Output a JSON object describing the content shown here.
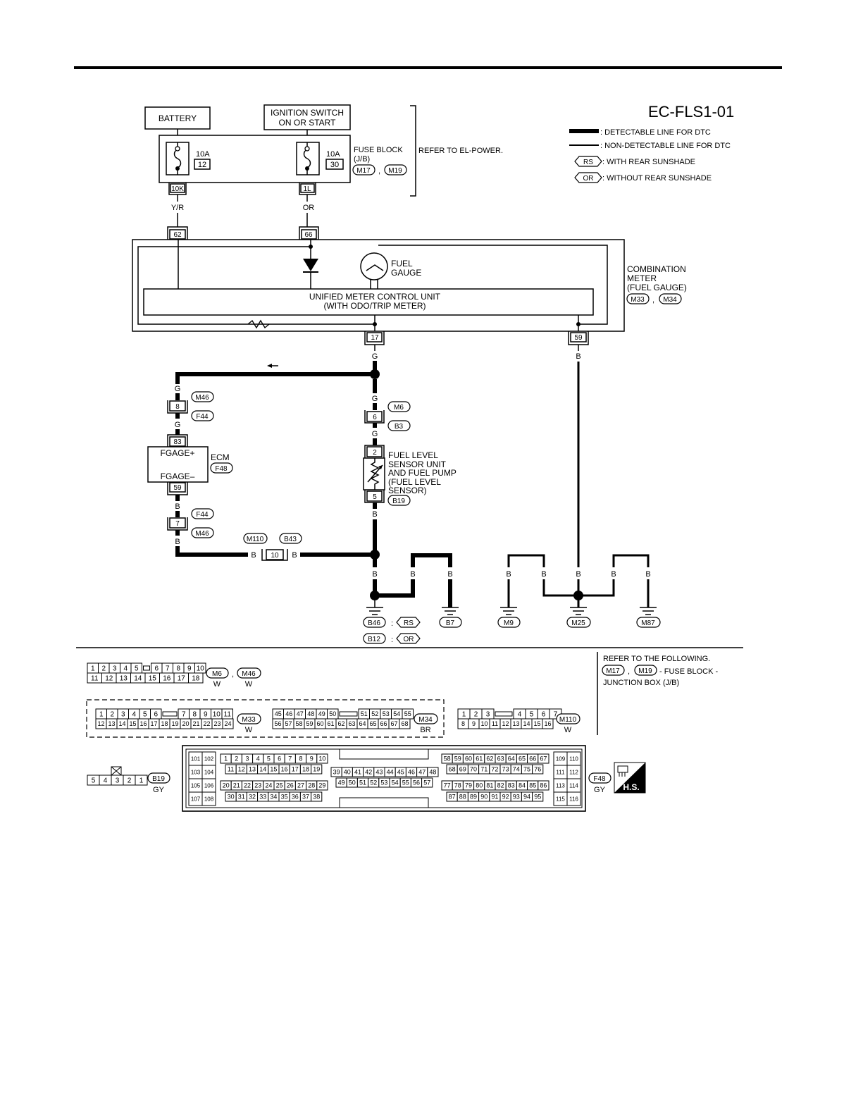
{
  "diagram_id": "EC-FLS1-01",
  "legend": {
    "detectable": ": DETECTABLE LINE FOR DTC",
    "non_detectable": ": NON-DETECTABLE LINE FOR DTC",
    "rs_code": "RS",
    "rs_text": ": WITH REAR SUNSHADE",
    "or_code": "OR",
    "or_text": ": WITHOUT REAR SUNSHADE"
  },
  "power": {
    "battery": "BATTERY",
    "ignition_l1": "IGNITION SWITCH",
    "ignition_l2": "ON OR START",
    "fuse1_amp": "10A",
    "fuse1_no": "12",
    "fuse2_amp": "10A",
    "fuse2_no": "30",
    "fuse_block_l1": "FUSE BLOCK",
    "fuse_block_l2": "(J/B)",
    "fb_conn1": "M17",
    "fb_conn2": "M19",
    "comma": ",",
    "refer": "REFER TO EL-POWER.",
    "term1": "10K",
    "term2": "1L",
    "wire1": "Y/R",
    "wire2": "OR"
  },
  "meter": {
    "pin_a": "62",
    "pin_b": "66",
    "pin_c": "17",
    "pin_d": "59",
    "gauge_l1": "FUEL",
    "gauge_l2": "GAUGE",
    "unit_l1": "UNIFIED METER CONTROL UNIT",
    "unit_l2": "(WITH ODO/TRIP METER)",
    "label_l1": "COMBINATION",
    "label_l2": "METER",
    "label_l3": "(FUEL GAUGE)",
    "conn1": "M33",
    "conn2": "M34"
  },
  "wires": {
    "g": "G",
    "b": "B"
  },
  "harness": {
    "jc1_top": "M46",
    "jc1_pin": "8",
    "jc1_bot": "F44",
    "jc2_top": "M6",
    "jc2_pin": "6",
    "jc2_bot": "B3",
    "jc3_top": "F44",
    "jc3_pin": "7",
    "jc3_bot": "M46",
    "jc4_left": "M110",
    "jc4_pin": "10",
    "jc4_right": "B43"
  },
  "ecm": {
    "pin_top": "83",
    "pin_bot": "59",
    "fgage_plus": "FGAGE+",
    "fgage_minus": "FGAGE–",
    "label": "ECM",
    "conn": "F48"
  },
  "sensor": {
    "pin_top": "2",
    "pin_bot": "5",
    "l1": "FUEL LEVEL",
    "l2": "SENSOR UNIT",
    "l3": "AND FUEL PUMP",
    "l4": "(FUEL LEVEL",
    "l5": "SENSOR)",
    "conn": "B19"
  },
  "grounds": {
    "g1": "B46",
    "g1_sep": ":",
    "g1_code": "RS",
    "g2": "B12",
    "g2_sep": ":",
    "g2_code": "OR",
    "g3": "B7",
    "g4": "M9",
    "g5": "M25",
    "g6": "M87"
  },
  "connectors": {
    "m6_top": [
      "1",
      "2",
      "3",
      "4",
      "5",
      "",
      "6",
      "7",
      "8",
      "9",
      "10"
    ],
    "m6_bot": [
      "11",
      "12",
      "13",
      "14",
      "15",
      "16",
      "17",
      "18"
    ],
    "m6_name": "M6",
    "m46_name": "M46",
    "m6_color": "W",
    "m46_color": "W",
    "m33_top": [
      "1",
      "2",
      "3",
      "4",
      "5",
      "6",
      "",
      "7",
      "8",
      "9",
      "10",
      "11"
    ],
    "m33_bot": [
      "12",
      "13",
      "14",
      "15",
      "16",
      "17",
      "18",
      "19",
      "20",
      "21",
      "22",
      "23",
      "24"
    ],
    "m33_name": "M33",
    "m33_color": "W",
    "m34_top": [
      "45",
      "46",
      "47",
      "48",
      "49",
      "50",
      "",
      "51",
      "52",
      "53",
      "54",
      "55"
    ],
    "m34_bot": [
      "56",
      "57",
      "58",
      "59",
      "60",
      "61",
      "62",
      "63",
      "64",
      "65",
      "66",
      "67",
      "68"
    ],
    "m34_name": "M34",
    "m34_color": "BR",
    "m110_top": [
      "1",
      "2",
      "3",
      "",
      "4",
      "5",
      "6",
      "7"
    ],
    "m110_bot": [
      "8",
      "9",
      "10",
      "11",
      "12",
      "13",
      "14",
      "15",
      "16"
    ],
    "m110_name": "M110",
    "m110_color": "W",
    "b19_pins": [
      "5",
      "4",
      "3",
      "2",
      "1"
    ],
    "b19_name": "B19",
    "b19_color": "GY",
    "f48_name": "F48",
    "f48_color": "GY",
    "f48_left": [
      [
        "101",
        "102"
      ],
      [
        "103",
        "104"
      ],
      [
        "105",
        "106"
      ],
      [
        "107",
        "108"
      ]
    ],
    "f48_right": [
      [
        "109",
        "110"
      ],
      [
        "111",
        "112"
      ],
      [
        "113",
        "114"
      ],
      [
        "115",
        "116"
      ]
    ],
    "f48_r1": [
      "1",
      "2",
      "3",
      "4",
      "5",
      "6",
      "7",
      "8",
      "9",
      "10"
    ],
    "f48_r2": [
      "11",
      "12",
      "13",
      "14",
      "15",
      "16",
      "17",
      "18",
      "19"
    ],
    "f48_r3": [
      "20",
      "21",
      "22",
      "23",
      "24",
      "25",
      "26",
      "27",
      "28",
      "29"
    ],
    "f48_r4": [
      "30",
      "31",
      "32",
      "33",
      "34",
      "35",
      "36",
      "37",
      "38"
    ],
    "f48_m1": [
      "39",
      "40",
      "41",
      "42",
      "43",
      "44",
      "45",
      "46",
      "47",
      "48"
    ],
    "f48_m2": [
      "49",
      "50",
      "51",
      "52",
      "53",
      "54",
      "55",
      "56",
      "57"
    ],
    "f48_s1": [
      "58",
      "59",
      "60",
      "61",
      "62",
      "63",
      "64",
      "65",
      "66",
      "67"
    ],
    "f48_s2": [
      "68",
      "69",
      "70",
      "71",
      "72",
      "73",
      "74",
      "75",
      "76"
    ],
    "f48_s3": [
      "77",
      "78",
      "79",
      "80",
      "81",
      "82",
      "83",
      "84",
      "85",
      "86"
    ],
    "f48_s4": [
      "87",
      "88",
      "89",
      "90",
      "91",
      "92",
      "93",
      "94",
      "95"
    ],
    "hs": "H.S."
  },
  "refer_following": {
    "l1": "REFER TO THE FOLLOWING.",
    "c1": "M17",
    "c2": "M19",
    "l2": "- FUSE BLOCK -",
    "l3": "JUNCTION BOX (J/B)"
  }
}
